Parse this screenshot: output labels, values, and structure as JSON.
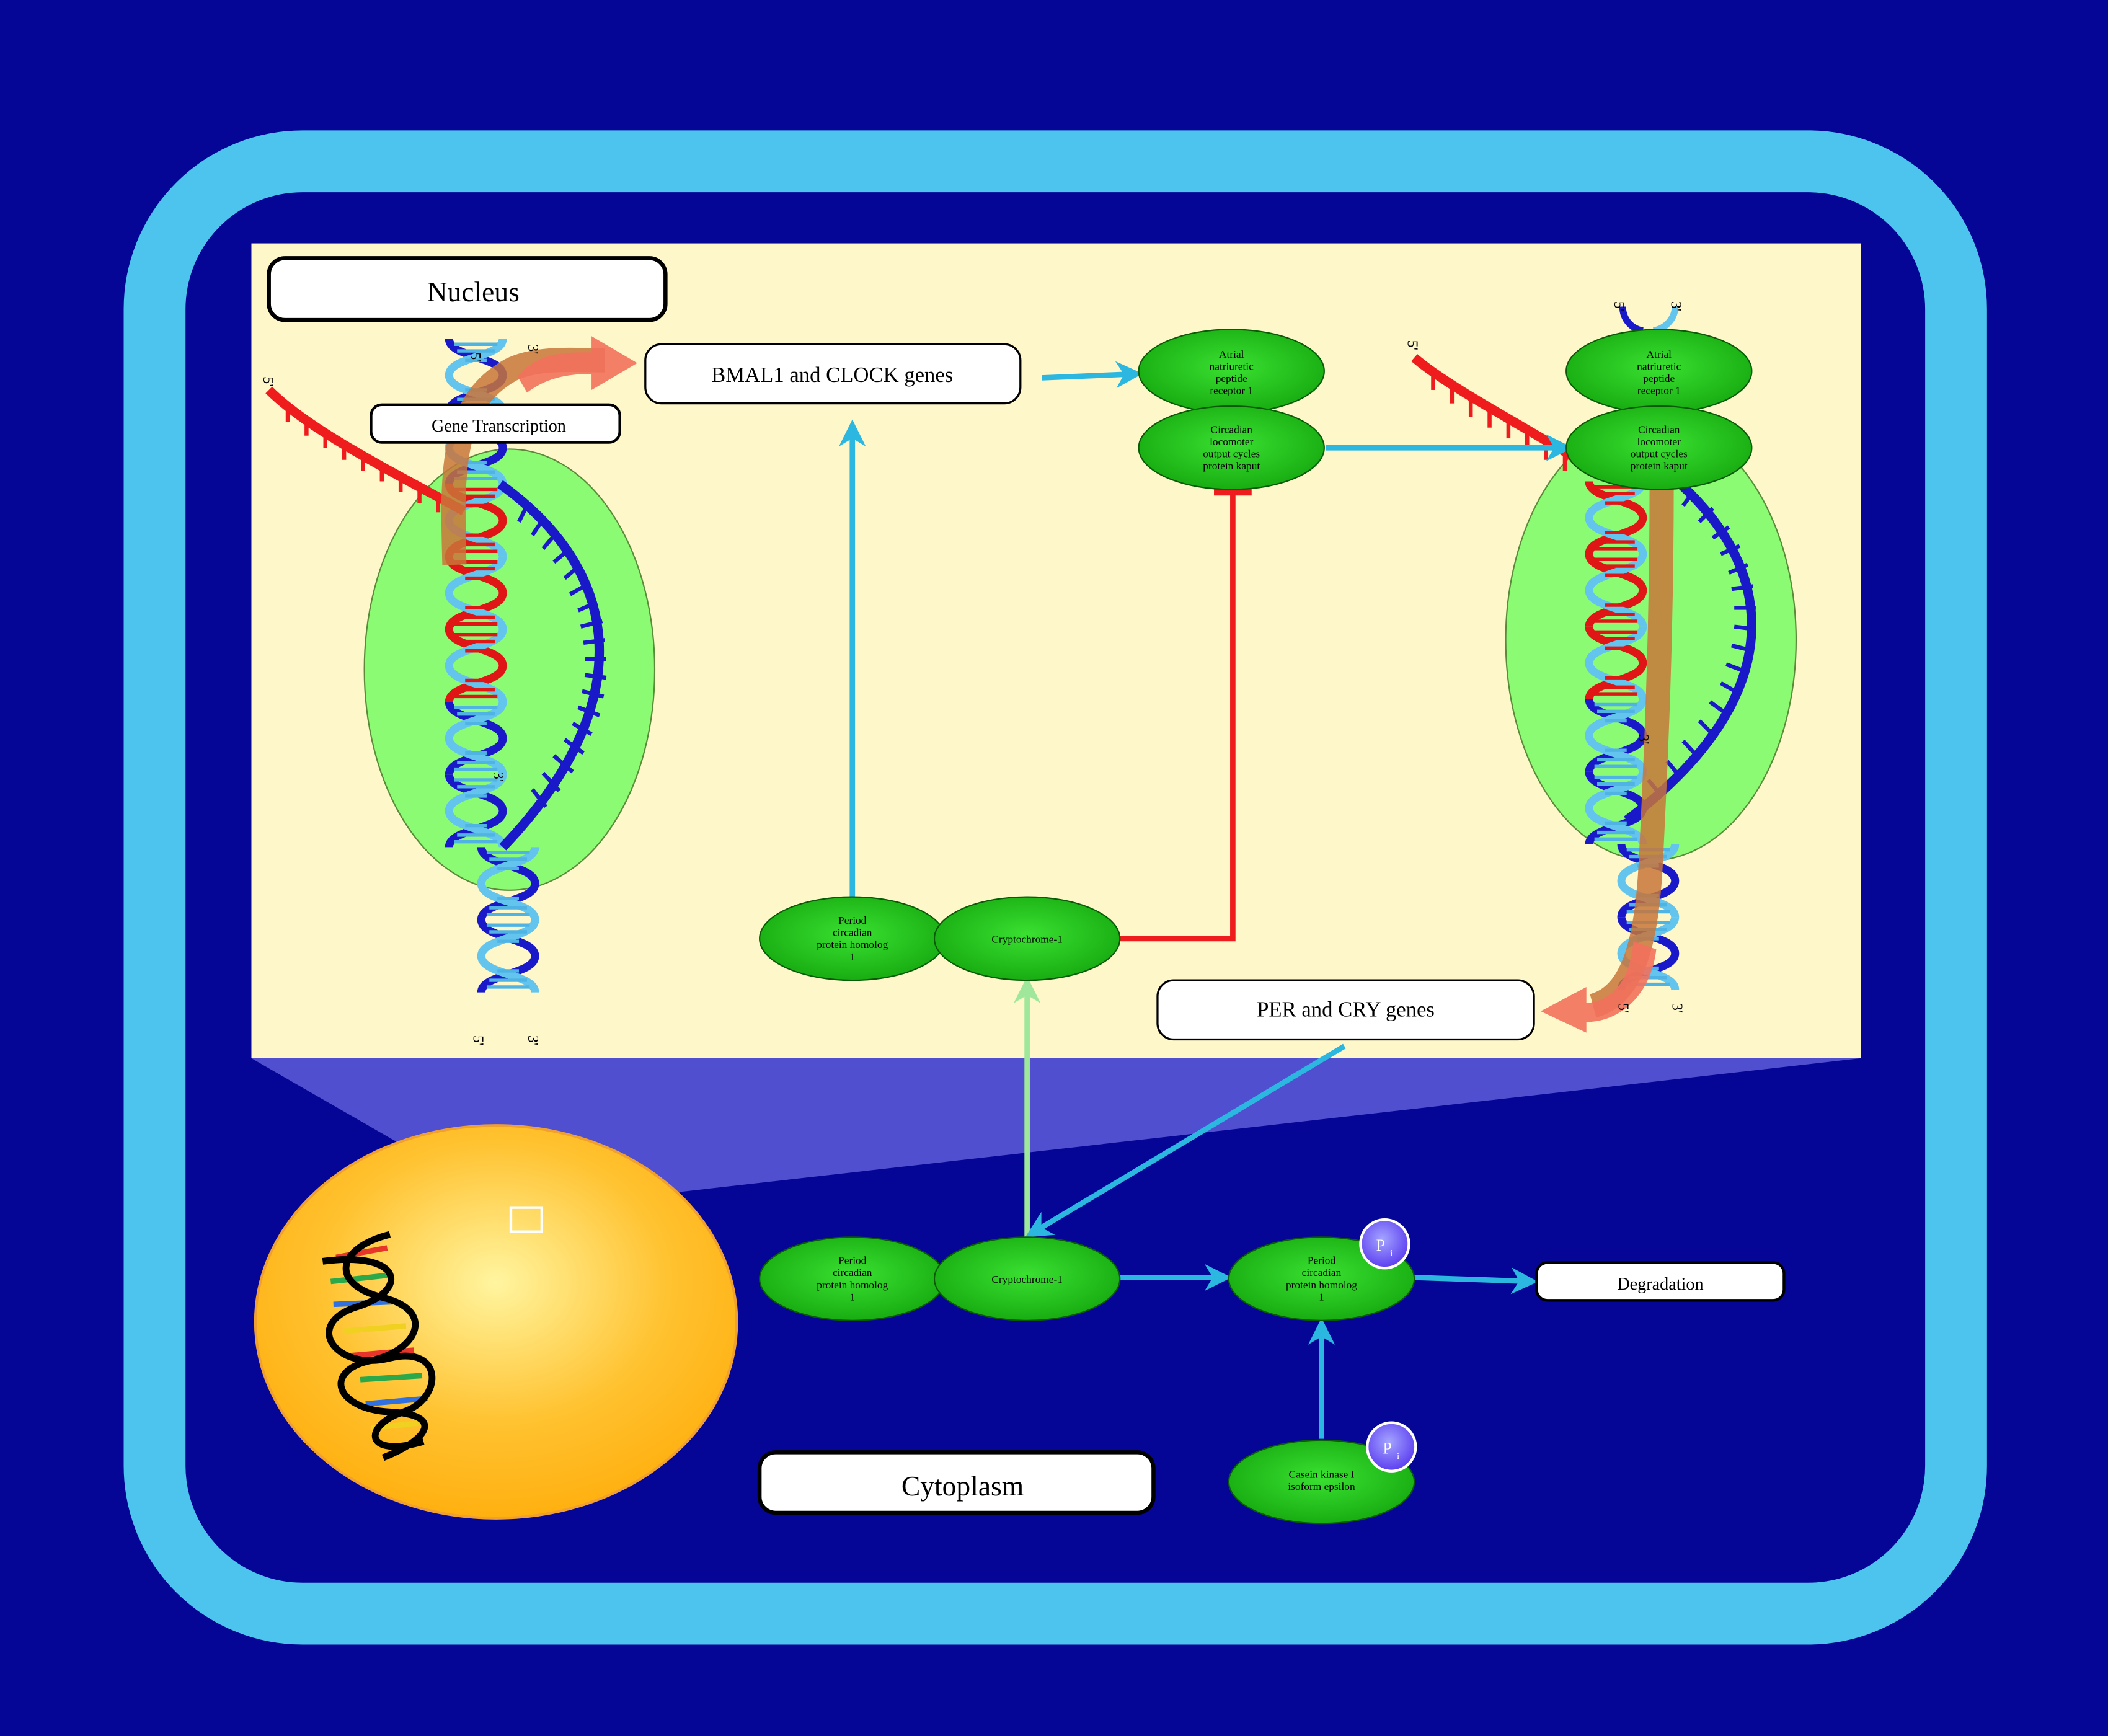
{
  "labels": {
    "nucleus": "Nucleus",
    "cytoplasm": "Cytoplasm",
    "gene_transcription": "Gene Transcription",
    "bmal_clock": "BMAL1 and CLOCK genes",
    "per_cry": "PER and CRY genes",
    "degradation": "Degradation"
  },
  "proteins": {
    "anpr1_top": [
      "Atrial",
      "natriuretic",
      "peptide",
      "receptor 1"
    ],
    "clock_top": [
      "Circadian",
      "locomoter",
      "output cycles",
      "protein kaput"
    ],
    "anpr1_right": [
      "Atrial",
      "natriuretic",
      "peptide",
      "receptor 1"
    ],
    "clock_right": [
      "Circadian",
      "locomoter",
      "output cycles",
      "protein kaput"
    ],
    "per1_nucleus": [
      "Period",
      "circadian",
      "protein homolog",
      "1"
    ],
    "cry1_nucleus": [
      "Cryptochrome-1"
    ],
    "per1_cyto": [
      "Period",
      "circadian",
      "protein homolog",
      "1"
    ],
    "cry1_cyto": [
      "Cryptochrome-1"
    ],
    "per1_phospho": [
      "Period",
      "circadian",
      "protein homolog",
      "1"
    ],
    "ck1e": [
      "Casein kinase I",
      "isoform epsilon"
    ]
  },
  "phosphate": {
    "symbol": "P",
    "subscript": "i"
  },
  "strand_ends": {
    "five": "5'",
    "three": "3'"
  },
  "colors": {
    "background": "#050596",
    "cell_membrane": "#4cc4ee",
    "nucleus_panel": "#fdf7c9",
    "protein_fill": "#22c41a",
    "activation_arrow": "#2bb7e0",
    "inhibition": "#ee1c1c",
    "translocation": "#9fe79a",
    "dna_binding_zone": "#8cfb74",
    "transcription_arrow": "#f2715c"
  }
}
